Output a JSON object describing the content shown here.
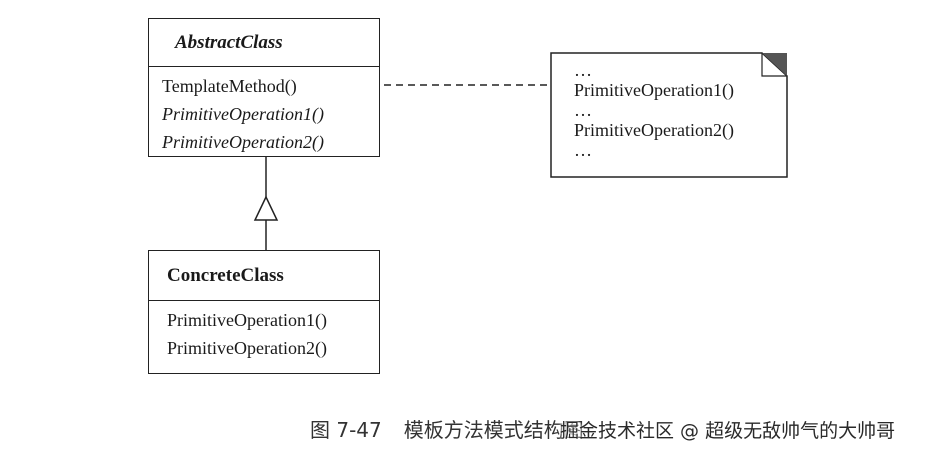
{
  "abstract_class": {
    "name": "AbstractClass",
    "methods": [
      {
        "label": "TemplateMethod()",
        "italic": false
      },
      {
        "label": "PrimitiveOperation1()",
        "italic": true
      },
      {
        "label": "PrimitiveOperation2()",
        "italic": true
      }
    ]
  },
  "concrete_class": {
    "name": "ConcreteClass",
    "methods": [
      {
        "label": "PrimitiveOperation1()"
      },
      {
        "label": "PrimitiveOperation2()"
      }
    ]
  },
  "note": {
    "lines": [
      "…",
      "PrimitiveOperation1()",
      "…",
      "PrimitiveOperation2()",
      "…"
    ]
  },
  "caption": {
    "figure_number": "图 7-47",
    "title": "模板方法模式结构图"
  },
  "watermark": "掘金技术社区 @ 超级无敌帅气的大帅哥",
  "colors": {
    "line": "#222222",
    "note_corner": "#555555",
    "background": "#ffffff"
  }
}
